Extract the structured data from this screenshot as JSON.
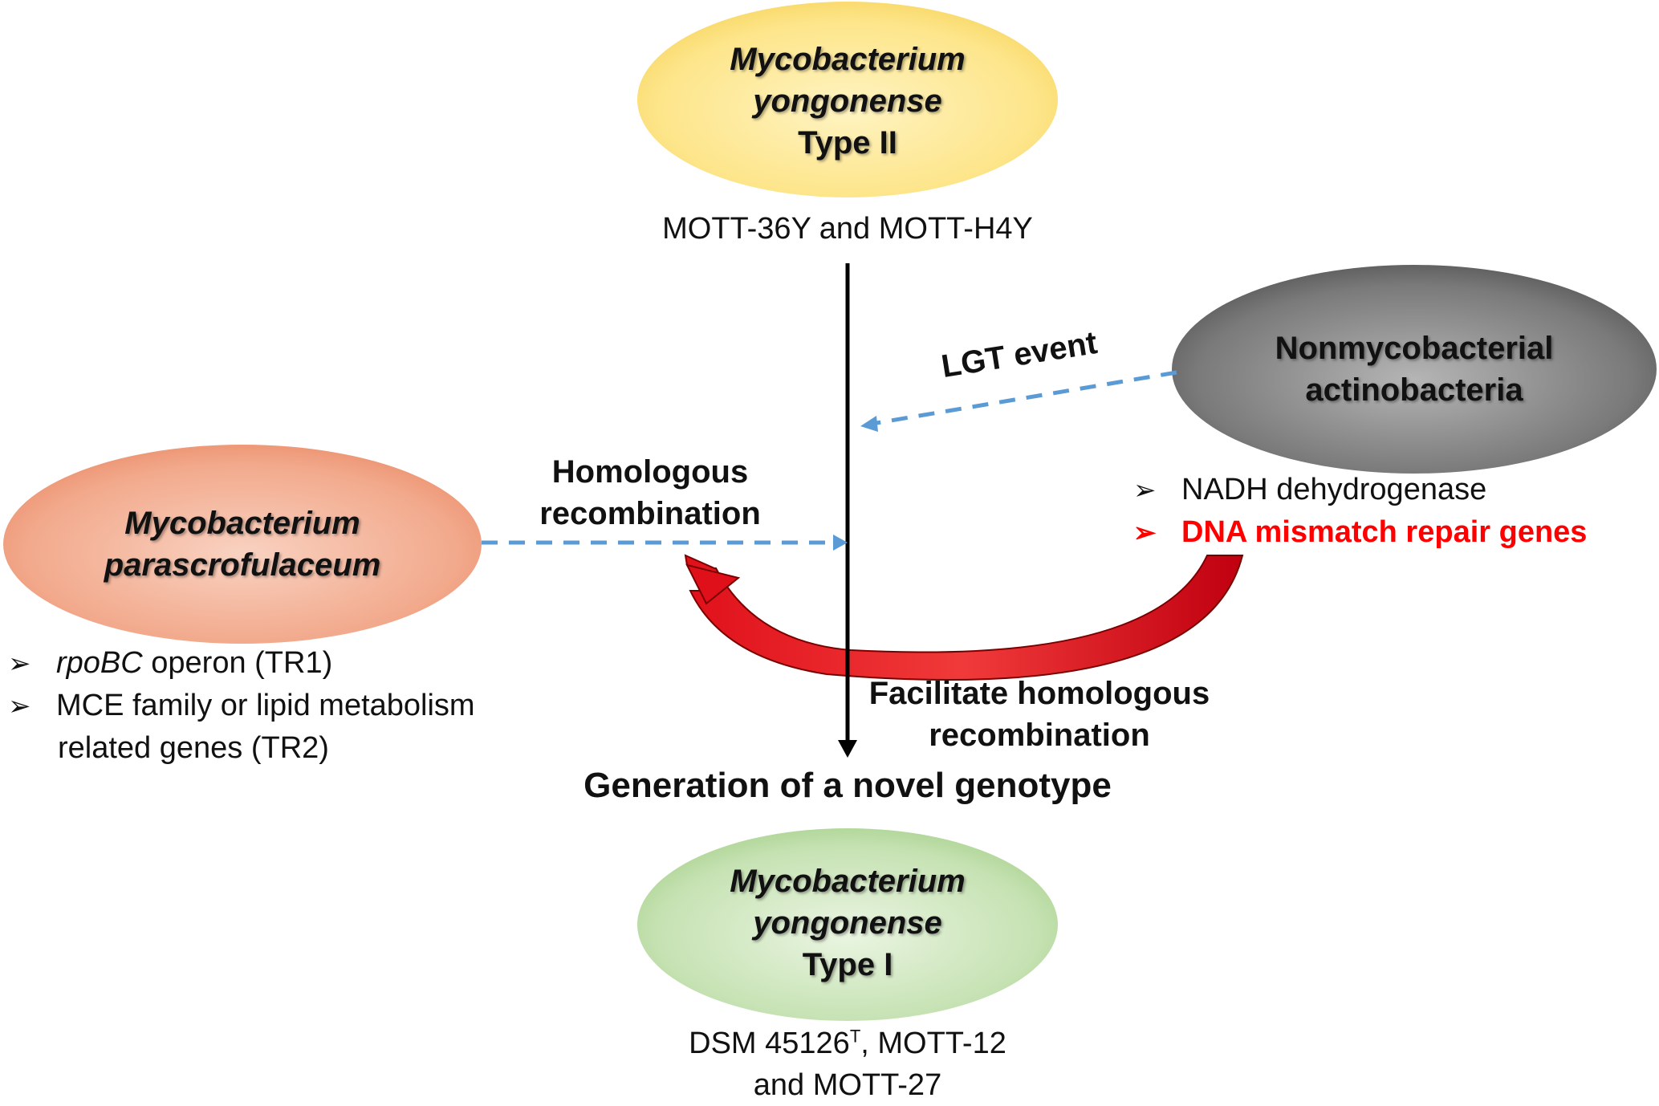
{
  "nodes": {
    "type2": {
      "line1": "Mycobacterium",
      "line2": "yongonense",
      "line3": "Type II",
      "strains": "MOTT-36Y and MOTT-H4Y"
    },
    "nonmyco": {
      "line1": "Nonmycobacterial",
      "line2": "actinobacteria"
    },
    "parascrofulaceum": {
      "line1": "Mycobacterium",
      "line2": "parascrofulaceum"
    },
    "type1": {
      "line1": "Mycobacterium",
      "line2": "yongonense",
      "line3": "Type I",
      "strains_a": "DSM 45126",
      "strains_sup": "T",
      "strains_b": ", MOTT-12",
      "strains_c": "and MOTT-27"
    }
  },
  "edges": {
    "lgt": "LGT event",
    "homologous_line1": "Homologous",
    "homologous_line2": "recombination",
    "facilitate_line1": "Facilitate homologous",
    "facilitate_line2": "recombination"
  },
  "outcome": "Generation of a novel genotype",
  "nonmyco_list": [
    {
      "bullet": "➢",
      "text": "NADH dehydrogenase"
    },
    {
      "bullet": "➢",
      "text": "DNA mismatch repair genes"
    }
  ],
  "parascrof_list": {
    "bullet": "➢",
    "item1_italic": "rpoBC",
    "item1_rest": " operon (TR1)",
    "item2_line1": "MCE family or lipid metabolism",
    "item2_line2": "related genes (TR2)"
  },
  "colors": {
    "type2_fill": "#fde58a",
    "nonmyco_fill": "#6f6f6f",
    "parascrof_fill": "#f2a98c",
    "type1_fill": "#c6e2b3",
    "dashed_arrow": "#5b9bd5",
    "red_arrow": "#e0101a",
    "highlight_text": "#ff0000"
  }
}
